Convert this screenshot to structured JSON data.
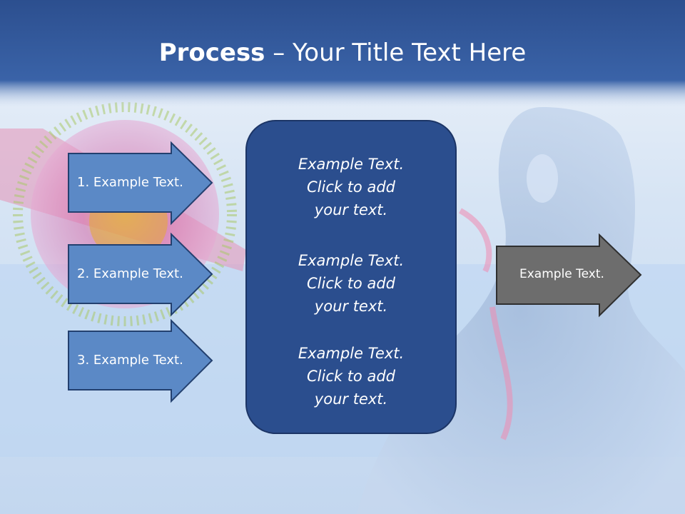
{
  "slide": {
    "title_bold": "Process",
    "title_rest": " – Your Title Text Here"
  },
  "left_arrows": [
    {
      "label": "1. Example Text."
    },
    {
      "label": "2. Example Text."
    },
    {
      "label": "3. Example Text."
    }
  ],
  "center_box": {
    "blocks": [
      {
        "line1": "Example Text.",
        "line2": "Click  to add",
        "line3": "your text."
      },
      {
        "line1": "Example Text.",
        "line2": "Click  to add",
        "line3": "your text."
      },
      {
        "line1": "Example Text.",
        "line2": "Click  to add",
        "line3": "your text."
      }
    ]
  },
  "right_arrow": {
    "label": "Example Text."
  },
  "colors": {
    "title_bar": "#2f5597",
    "arrow_blue": "#5b89c6",
    "arrow_blue_border": "#23406f",
    "center_box": "#2b4e8e",
    "right_arrow": "#6d6d6d"
  }
}
